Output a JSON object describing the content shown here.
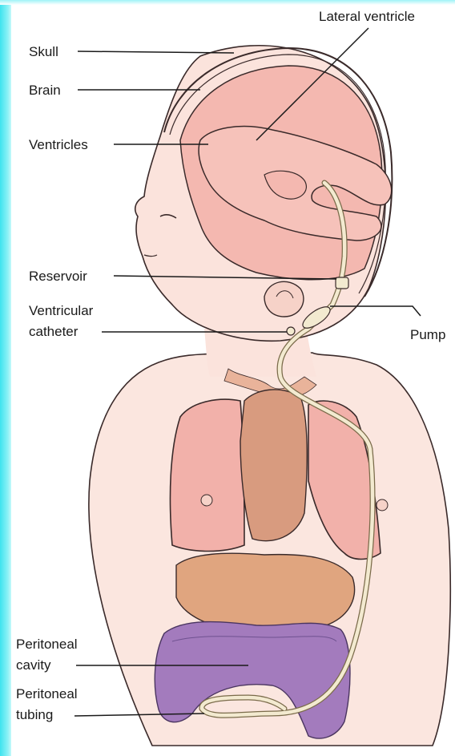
{
  "labels": {
    "lateral_ventricle": "Lateral ventricle",
    "skull": "Skull",
    "brain": "Brain",
    "ventricles": "Ventricles",
    "reservoir": "Reservoir",
    "ventricular_catheter_line1": "Ventricular",
    "ventricular_catheter_line2": "catheter",
    "pump": "Pump",
    "peritoneal_cavity_line1": "Peritoneal",
    "peritoneal_cavity_line2": "cavity",
    "peritoneal_tubing_line1": "Peritoneal",
    "peritoneal_tubing_line2": "tubing"
  },
  "colors": {
    "background_edge": "#3ee3ef",
    "skin": "#fbe3dc",
    "brain": "#f4b8b0",
    "lungs": "#f2b1aa",
    "heart": "#d89b7f",
    "stomach": "#e0a57f",
    "intestine": "#a37bbd",
    "shunt": "#f0e6c8"
  }
}
